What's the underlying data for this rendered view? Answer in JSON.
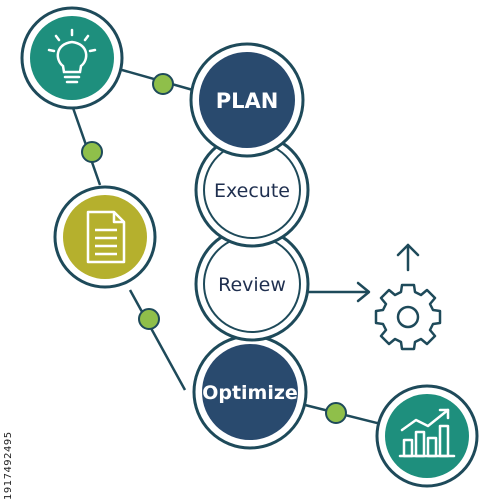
{
  "steps": [
    {
      "label": "PLAN",
      "style": "filled"
    },
    {
      "label": "Execute",
      "style": "outline"
    },
    {
      "label": "Review",
      "style": "outline"
    },
    {
      "label": "Optimize",
      "style": "filled"
    }
  ],
  "side_icons": [
    {
      "icon": "lightbulb-icon",
      "color": "#1e8f7d"
    },
    {
      "icon": "document-icon",
      "color": "#b5b02d"
    },
    {
      "icon": "growth-chart-icon",
      "color": "#1e8f7d"
    }
  ],
  "outcome_icon": "gear-with-up-arrow-icon",
  "colors": {
    "navy": "#294a6e",
    "ring": "#1e4a5a",
    "connector_dot": "#8fbf4a",
    "teal": "#1e8f7d",
    "olive": "#b5b02d"
  },
  "watermark_id": "1917492495"
}
